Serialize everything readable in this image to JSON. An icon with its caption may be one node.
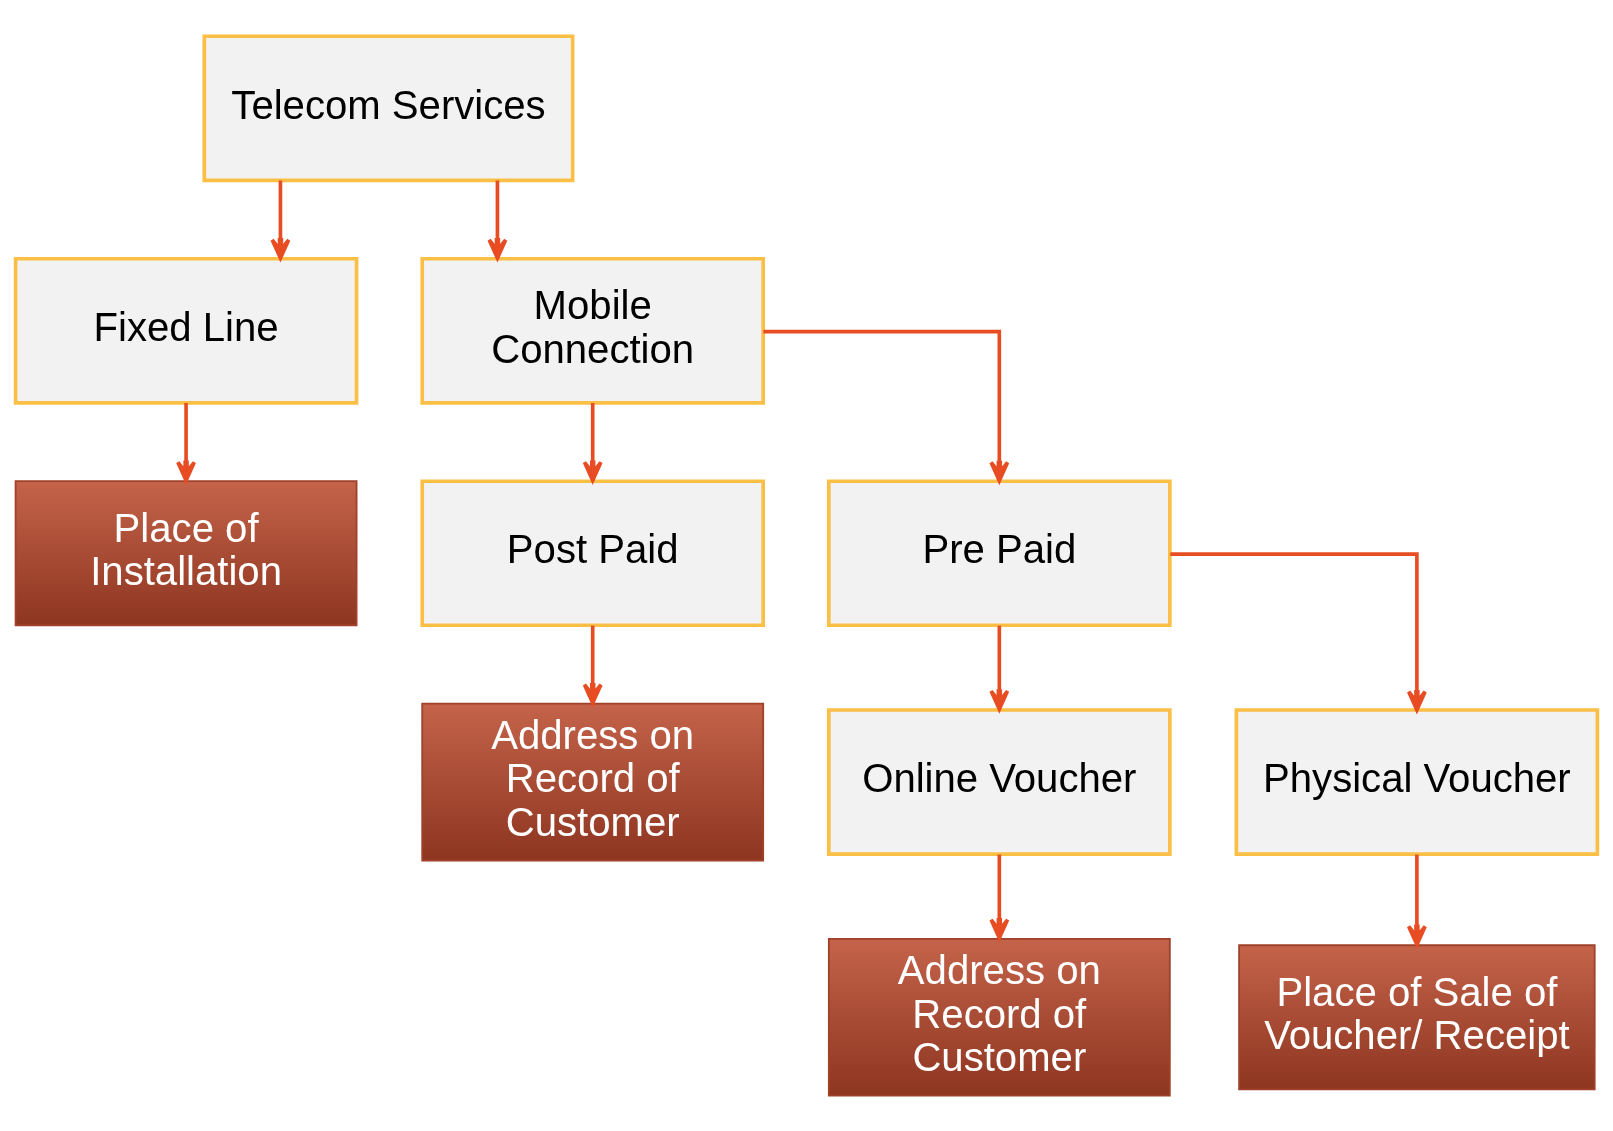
{
  "diagram": {
    "nodes": [
      {
        "text": [
          "Telecom Services"
        ]
      },
      {
        "text": [
          "Fixed Line"
        ]
      },
      {
        "text": [
          "Mobile Connection"
        ]
      },
      {
        "text": [
          "Place of Installation"
        ]
      },
      {
        "text": [
          "Post Paid"
        ]
      },
      {
        "text": [
          "Pre Paid"
        ]
      },
      {
        "text": [
          "Address on Record of Customer"
        ]
      },
      {
        "text": [
          "Online Voucher"
        ]
      },
      {
        "text": [
          "Physical Voucher"
        ]
      },
      {
        "text": [
          "Address on Record of Customer"
        ]
      },
      {
        "text": [
          "Place of Sale of Voucher/ Receipt"
        ]
      }
    ],
    "edges": [
      {
        "from": 0,
        "to": 1,
        "arrow": "to"
      },
      {
        "from": 0,
        "to": 2,
        "arrow": "to"
      },
      {
        "from": 1,
        "to": 3,
        "arrow": "to"
      },
      {
        "from": 2,
        "to": 4,
        "arrow": "to"
      },
      {
        "from": 2,
        "to": 5,
        "arrow": "to"
      },
      {
        "from": 4,
        "to": 6,
        "arrow": "to"
      },
      {
        "from": 5,
        "to": 7,
        "arrow": "to"
      },
      {
        "from": 5,
        "to": 8,
        "arrow": "to"
      },
      {
        "from": 7,
        "to": 9,
        "arrow": "to"
      },
      {
        "from": 8,
        "to": 10,
        "arrow": "to"
      }
    ]
  }
}
